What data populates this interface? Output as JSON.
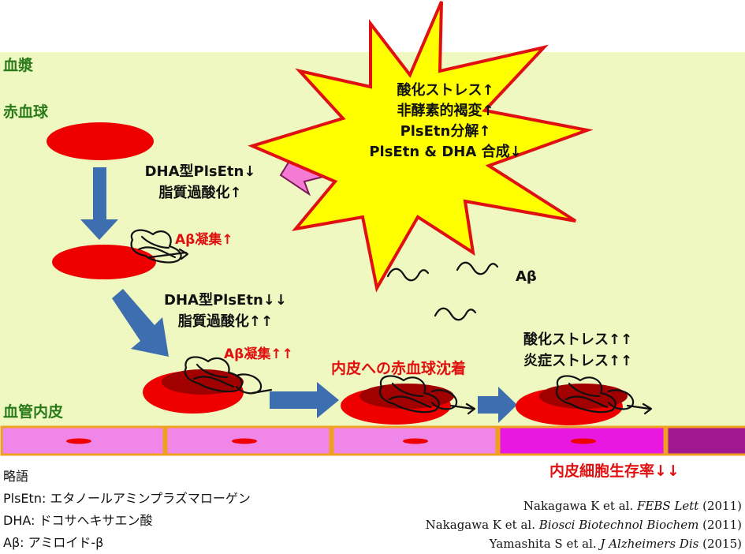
{
  "labels": {
    "plasma": "血漿",
    "rbc": "赤血球",
    "endothelium": "血管内皮",
    "abeta": "Aβ"
  },
  "burst": {
    "lines": [
      "酸化ストレス↑",
      "非酵素的褐変↑",
      "PlsEtn分解↑",
      "PlsEtn & DHA 合成↓"
    ],
    "color": "#ffff00",
    "border": "#e01010"
  },
  "stage1": {
    "lines": [
      "DHA型PlsEtn↓",
      "脂質過酸化↑"
    ],
    "aggregation": "Aβ凝集↑"
  },
  "stage2": {
    "lines": [
      "DHA型PlsEtn↓↓",
      "脂質過酸化↑↑"
    ],
    "aggregation": "Aβ凝集↑↑"
  },
  "deposition": "内皮への赤血球沈着",
  "stress": [
    "酸化ストレス↑↑",
    "炎症ストレス↑↑"
  ],
  "survival": "内皮細胞生存率↓↓",
  "glossary": {
    "title": "略語",
    "items": [
      "PlsEtn: エタノールアミンプラズマローゲン",
      "DHA: ドコサヘキサエン酸",
      "Aβ: アミロイド-β"
    ]
  },
  "references": [
    {
      "authors": "Nakagawa K et al. ",
      "journal": "FEBS Lett",
      "year": " (2011)"
    },
    {
      "authors": "Nakagawa K et al. ",
      "journal": "Biosci Biotechnol Biochem",
      "year": " (2011)"
    },
    {
      "authors": "Yamashita S et al. ",
      "journal": "J Alzheimers Dis",
      "year": " (2015)"
    }
  ],
  "colors": {
    "plasma_bg": "#eef8c0",
    "rbc": "#ee0000",
    "rbc_dark": "#a00000",
    "arrow_blue": "#3d6fb0",
    "arrow_pink": "#f47bd3",
    "endo_cell": "#f086e8",
    "endo_cell_bright": "#e818e0",
    "endo_cell_dead": "#a01890",
    "endo_border": "#f0a020"
  }
}
